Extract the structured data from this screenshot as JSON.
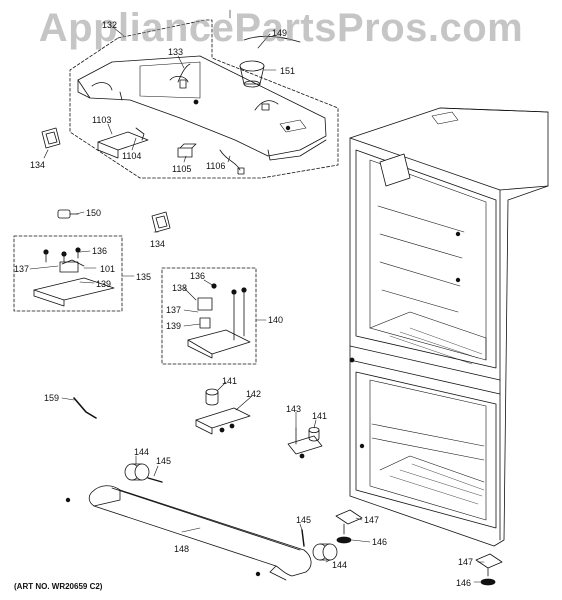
{
  "watermark": "AppliancePartsPros.com",
  "art_number": "(ART NO. WR20659 C2)",
  "callouts": {
    "c132": "132",
    "c133": "133",
    "c149": "149",
    "c151": "151",
    "c1103": "1103",
    "c1104": "1104",
    "c1105": "1105",
    "c1106": "1106",
    "c134a": "134",
    "c134b": "134",
    "c150": "150",
    "c136a": "136",
    "c137a": "137",
    "c101": "101",
    "c139a": "139",
    "c135": "135",
    "c136b": "136",
    "c138": "138",
    "c137b": "137",
    "c139b": "139",
    "c140": "140",
    "c159": "159",
    "c141a": "141",
    "c142": "142",
    "c143": "143",
    "c141b": "141",
    "c144a": "144",
    "c145a": "145",
    "c148": "148",
    "c145b": "145",
    "c144b": "144",
    "c147a": "147",
    "c146a": "146",
    "c147b": "147",
    "c146b": "146"
  }
}
